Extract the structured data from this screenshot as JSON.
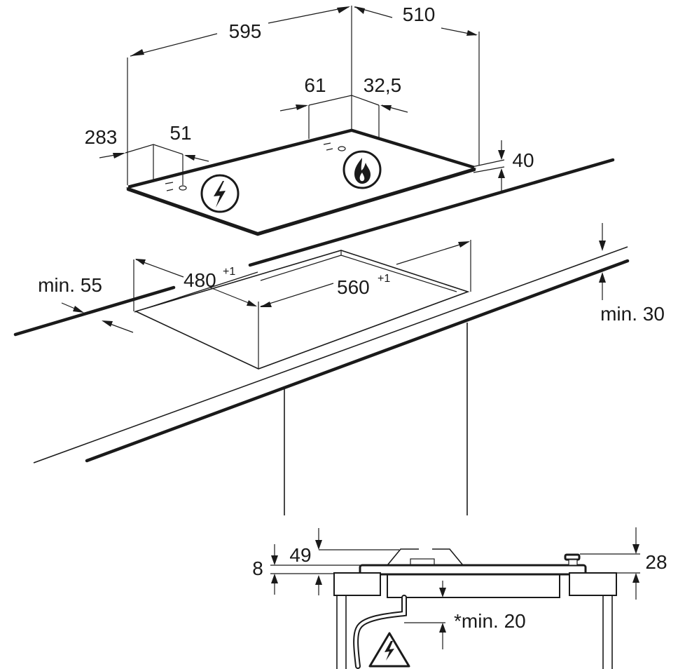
{
  "dimensions": {
    "width_595": "595",
    "depth_510": "510",
    "d_61": "61",
    "d_32_5": "32,5",
    "d_283": "283",
    "d_51": "51",
    "height_40": "40",
    "cutout_480": "480",
    "cutout_480_tol": "+1",
    "cutout_560": "560",
    "cutout_560_tol": "+1",
    "min_55": "min. 55",
    "min_30": "min. 30",
    "side_49": "49",
    "side_8": "8",
    "side_28": "28",
    "side_min_20": "*min. 20"
  },
  "icons": {
    "electric": "lightning-bolt-icon",
    "gas": "flame-icon",
    "warning": "electric-warning-triangle-icon"
  }
}
